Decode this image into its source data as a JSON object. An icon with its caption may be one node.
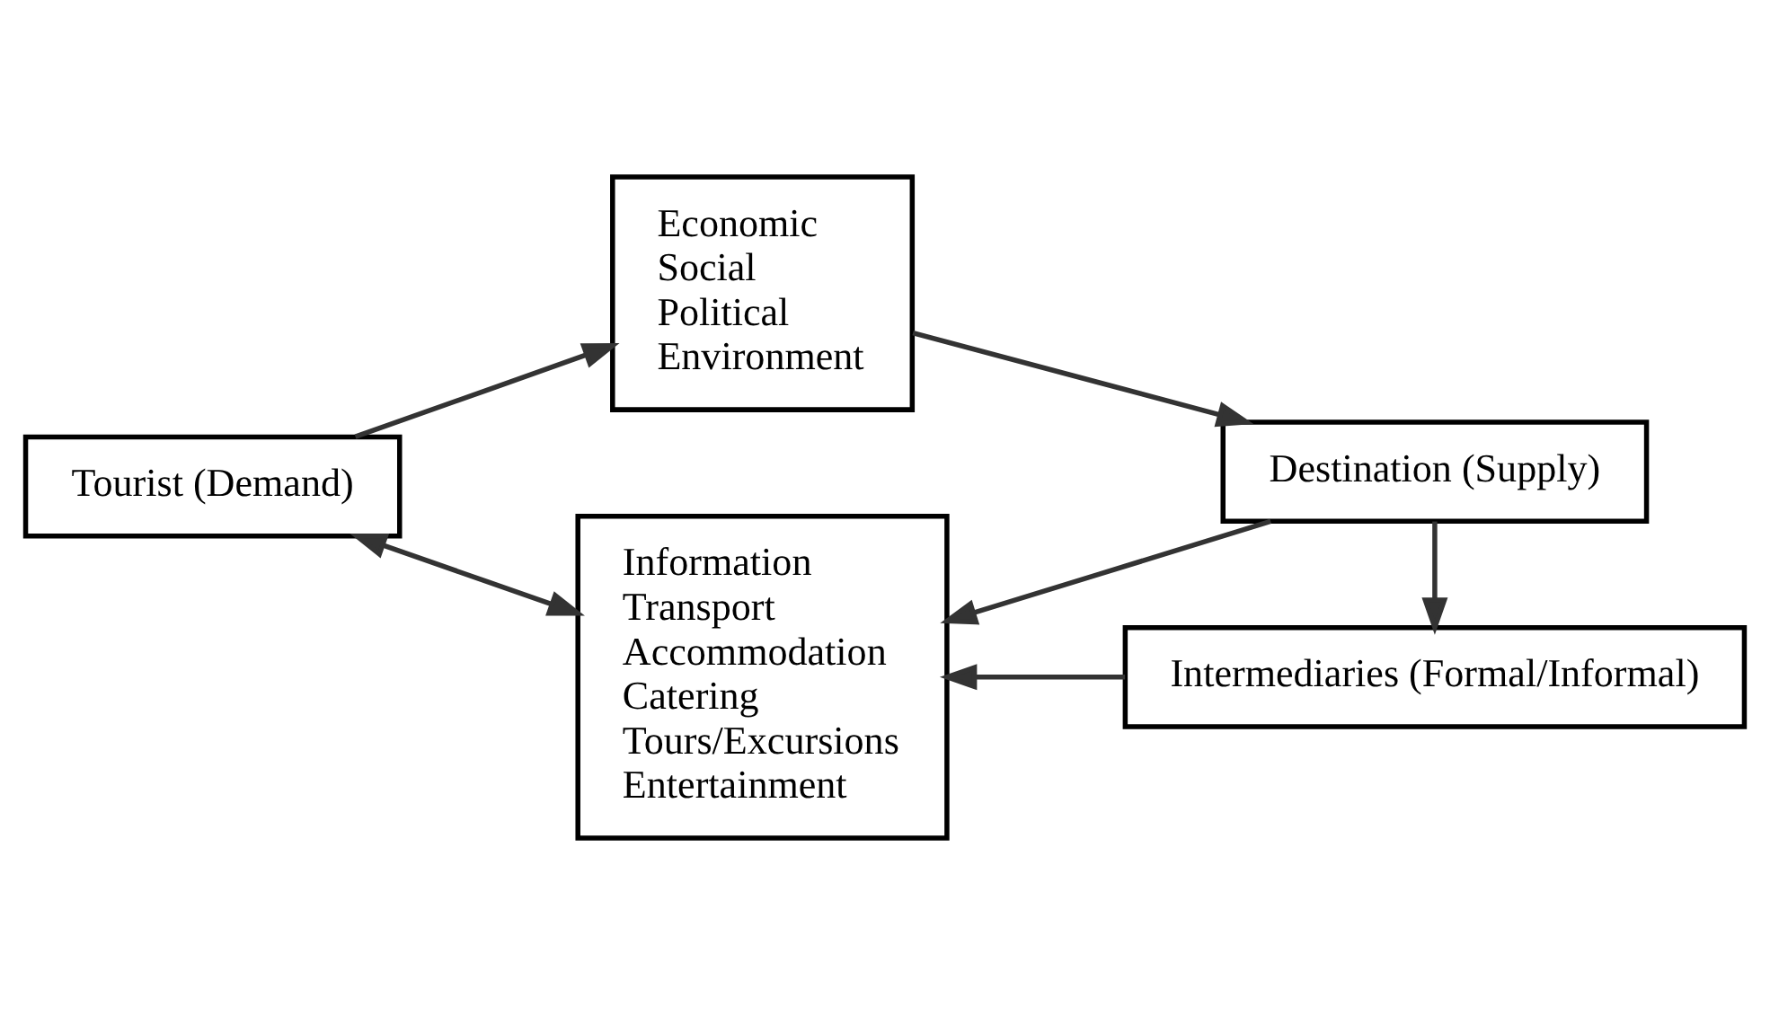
{
  "diagram": {
    "nodes": [
      {
        "text": [
          "Tourist (Demand)"
        ]
      },
      {
        "text": [
          "Economic",
          "Social",
          "Political",
          "Environment"
        ]
      },
      {
        "text": [
          "Destination (Supply)"
        ]
      },
      {
        "text": [
          "Information",
          "Transport",
          "Accommodation",
          "Catering",
          "Tours/Excursions",
          "Entertainment"
        ]
      },
      {
        "text": [
          "Intermediaries (Formal/Informal)"
        ]
      }
    ],
    "edges": [
      {
        "from": 0,
        "to": 1,
        "arrow": "to"
      },
      {
        "from": 1,
        "to": 2,
        "arrow": "to"
      },
      {
        "from": 2,
        "to": 3,
        "arrow": "to"
      },
      {
        "from": 2,
        "to": 4,
        "arrow": "to"
      },
      {
        "from": 4,
        "to": 3,
        "arrow": "to"
      },
      {
        "from": 0,
        "to": 3,
        "arrow": "both"
      }
    ]
  }
}
